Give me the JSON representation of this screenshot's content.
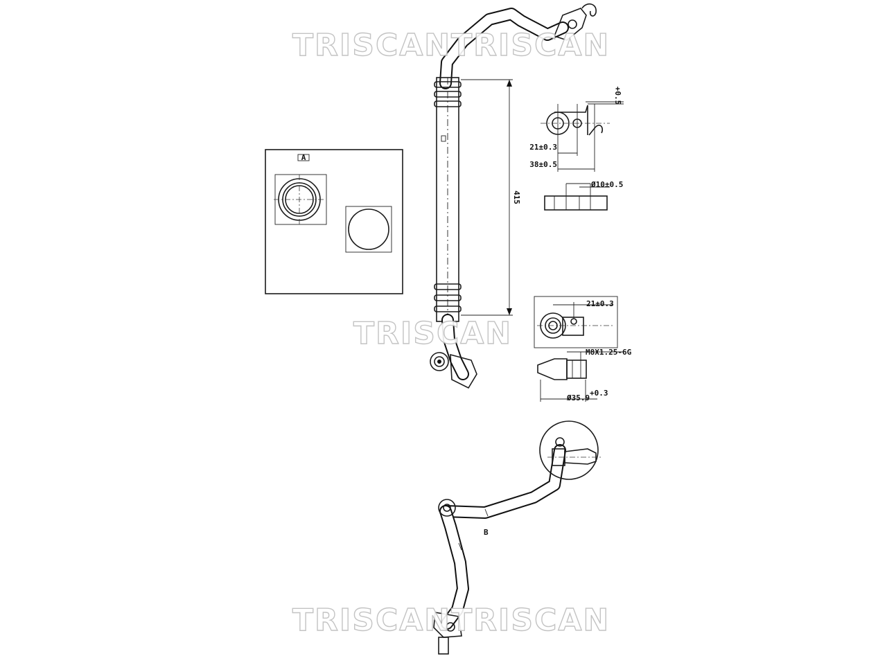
{
  "watermarks": {
    "top": "TRISCANTRISCAN",
    "middle": "TRISCAN",
    "bottom": "TRISCANTRISCAN"
  },
  "dimensions": {
    "pipe_length": "415",
    "hole_spacing_small": "21±0.3",
    "hole_spacing_large": "38±0.5",
    "bore_diameter": "Ø10±0.5",
    "tolerance_top": "+0.5",
    "banjo_spacing": "21±0.3",
    "thread": "M8X1.25-6G",
    "banjo_diameter": "Ø35.9",
    "banjo_tolerance": "+0.3",
    "detail_marker": "A",
    "view_marker": "A",
    "bend_marker": "B"
  }
}
